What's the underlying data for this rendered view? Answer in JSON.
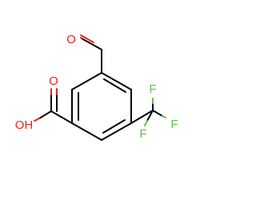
{
  "molecule": {
    "atoms": {
      "aldehyde_oxygen": "O",
      "acid_carbonyl_oxygen": "O",
      "acid_hydroxyl": "OH",
      "fluorine_top": "F",
      "fluorine_right": "F",
      "fluorine_bottom": "F"
    },
    "colors": {
      "bond": "#000000",
      "oxygen": "#e8261e",
      "fluorine": "#62c04a"
    }
  }
}
